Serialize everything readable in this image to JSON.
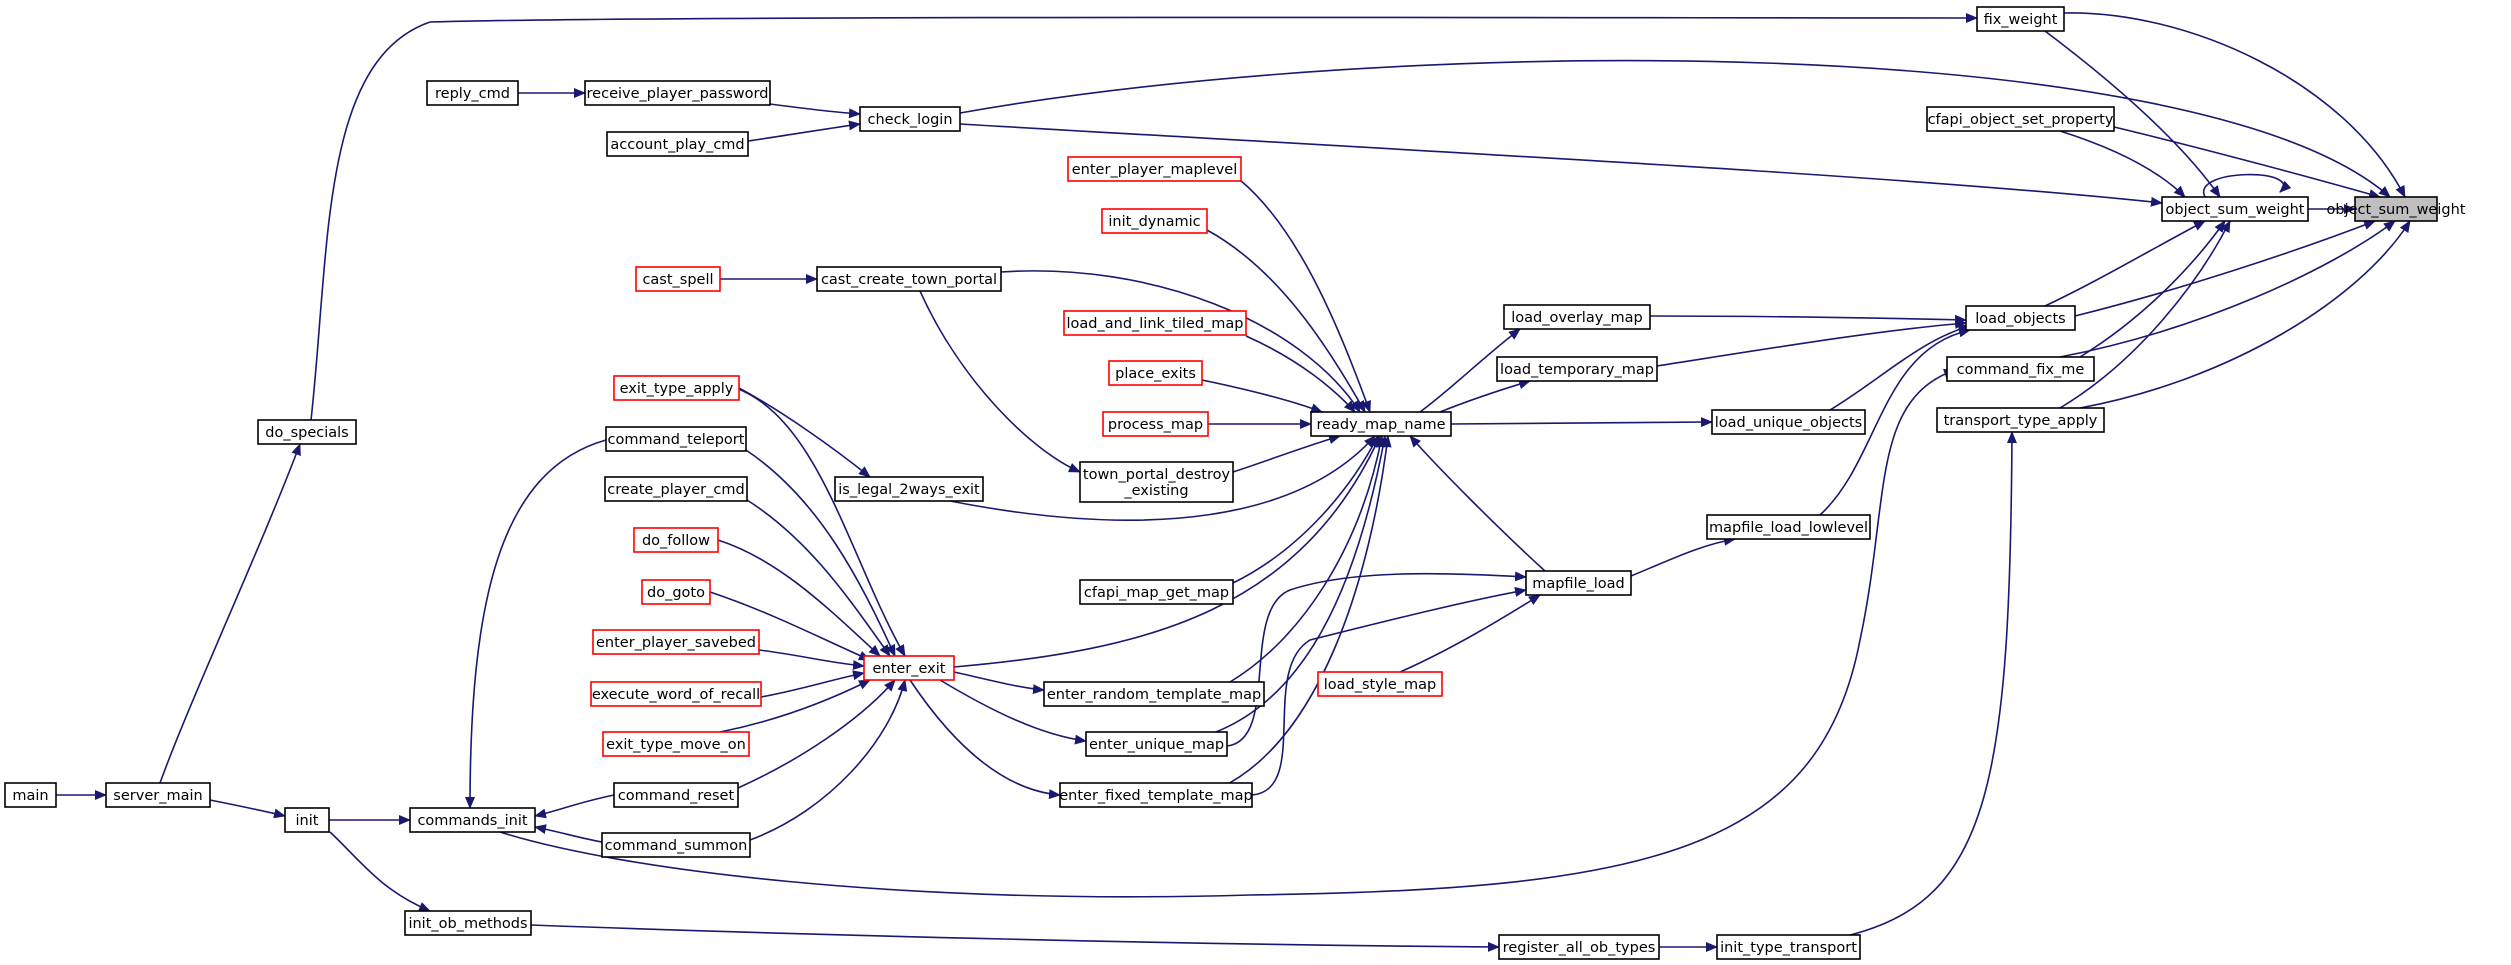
{
  "diagram": {
    "kind": "caller-graph",
    "target": "object_sum_weight",
    "colors": {
      "edge": "#191970",
      "normal_border": "#000000",
      "truncated_border": "#ff0000",
      "target_fill": "#bfbfbf",
      "node_fill": "#ffffff"
    },
    "nodes": [
      {
        "id": "object_sum_weight_target",
        "label": "object_sum_weight",
        "style": "target"
      },
      {
        "id": "object_sum_weight",
        "label": "object_sum_weight",
        "style": "normal"
      },
      {
        "id": "fix_weight",
        "label": "fix_weight",
        "style": "normal"
      },
      {
        "id": "cfapi_object_set_property",
        "label": "cfapi_object_set_property",
        "style": "normal"
      },
      {
        "id": "load_objects",
        "label": "load_objects",
        "style": "normal"
      },
      {
        "id": "command_fix_me",
        "label": "command_fix_me",
        "style": "normal"
      },
      {
        "id": "transport_type_apply",
        "label": "transport_type_apply",
        "style": "normal"
      },
      {
        "id": "do_specials",
        "label": "do_specials",
        "style": "normal"
      },
      {
        "id": "check_login",
        "label": "check_login",
        "style": "normal"
      },
      {
        "id": "receive_player_password",
        "label": "receive_player_password",
        "style": "normal"
      },
      {
        "id": "reply_cmd",
        "label": "reply_cmd",
        "style": "normal"
      },
      {
        "id": "account_play_cmd",
        "label": "account_play_cmd",
        "style": "normal"
      },
      {
        "id": "enter_player_maplevel",
        "label": "enter_player_maplevel",
        "style": "truncated"
      },
      {
        "id": "init_dynamic",
        "label": "init_dynamic",
        "style": "truncated"
      },
      {
        "id": "cast_spell",
        "label": "cast_spell",
        "style": "truncated"
      },
      {
        "id": "cast_create_town_portal",
        "label": "cast_create_town_portal",
        "style": "normal"
      },
      {
        "id": "load_and_link_tiled_map",
        "label": "load_and_link_tiled_map",
        "style": "truncated"
      },
      {
        "id": "place_exits",
        "label": "place_exits",
        "style": "truncated"
      },
      {
        "id": "process_map",
        "label": "process_map",
        "style": "truncated"
      },
      {
        "id": "ready_map_name",
        "label": "ready_map_name",
        "style": "normal"
      },
      {
        "id": "town_portal_destroy_existing",
        "label": "town_portal_destroy\n_existing",
        "style": "normal"
      },
      {
        "id": "load_overlay_map",
        "label": "load_overlay_map",
        "style": "normal"
      },
      {
        "id": "load_temporary_map",
        "label": "load_temporary_map",
        "style": "normal"
      },
      {
        "id": "load_unique_objects",
        "label": "load_unique_objects",
        "style": "normal"
      },
      {
        "id": "mapfile_load_lowlevel",
        "label": "mapfile_load_lowlevel",
        "style": "normal"
      },
      {
        "id": "mapfile_load",
        "label": "mapfile_load",
        "style": "normal"
      },
      {
        "id": "load_style_map",
        "label": "load_style_map",
        "style": "truncated"
      },
      {
        "id": "exit_type_apply",
        "label": "exit_type_apply",
        "style": "truncated"
      },
      {
        "id": "command_teleport",
        "label": "command_teleport",
        "style": "normal"
      },
      {
        "id": "create_player_cmd",
        "label": "create_player_cmd",
        "style": "normal"
      },
      {
        "id": "is_legal_2ways_exit",
        "label": "is_legal_2ways_exit",
        "style": "normal"
      },
      {
        "id": "do_follow",
        "label": "do_follow",
        "style": "truncated"
      },
      {
        "id": "do_goto",
        "label": "do_goto",
        "style": "truncated"
      },
      {
        "id": "enter_player_savebed",
        "label": "enter_player_savebed",
        "style": "truncated"
      },
      {
        "id": "execute_word_of_recall",
        "label": "execute_word_of_recall",
        "style": "truncated"
      },
      {
        "id": "exit_type_move_on",
        "label": "exit_type_move_on",
        "style": "truncated"
      },
      {
        "id": "enter_exit",
        "label": "enter_exit",
        "style": "truncated"
      },
      {
        "id": "cfapi_map_get_map",
        "label": "cfapi_map_get_map",
        "style": "normal"
      },
      {
        "id": "enter_random_template_map",
        "label": "enter_random_template_map",
        "style": "normal"
      },
      {
        "id": "enter_unique_map",
        "label": "enter_unique_map",
        "style": "normal"
      },
      {
        "id": "enter_fixed_template_map",
        "label": "enter_fixed_template_map",
        "style": "normal"
      },
      {
        "id": "command_reset",
        "label": "command_reset",
        "style": "normal"
      },
      {
        "id": "command_summon",
        "label": "command_summon",
        "style": "normal"
      },
      {
        "id": "commands_init",
        "label": "commands_init",
        "style": "normal"
      },
      {
        "id": "init",
        "label": "init",
        "style": "normal"
      },
      {
        "id": "server_main",
        "label": "server_main",
        "style": "normal"
      },
      {
        "id": "main",
        "label": "main",
        "style": "normal"
      },
      {
        "id": "init_ob_methods",
        "label": "init_ob_methods",
        "style": "normal"
      },
      {
        "id": "register_all_ob_types",
        "label": "register_all_ob_types",
        "style": "normal"
      },
      {
        "id": "init_type_transport",
        "label": "init_type_transport",
        "style": "normal"
      }
    ]
  }
}
